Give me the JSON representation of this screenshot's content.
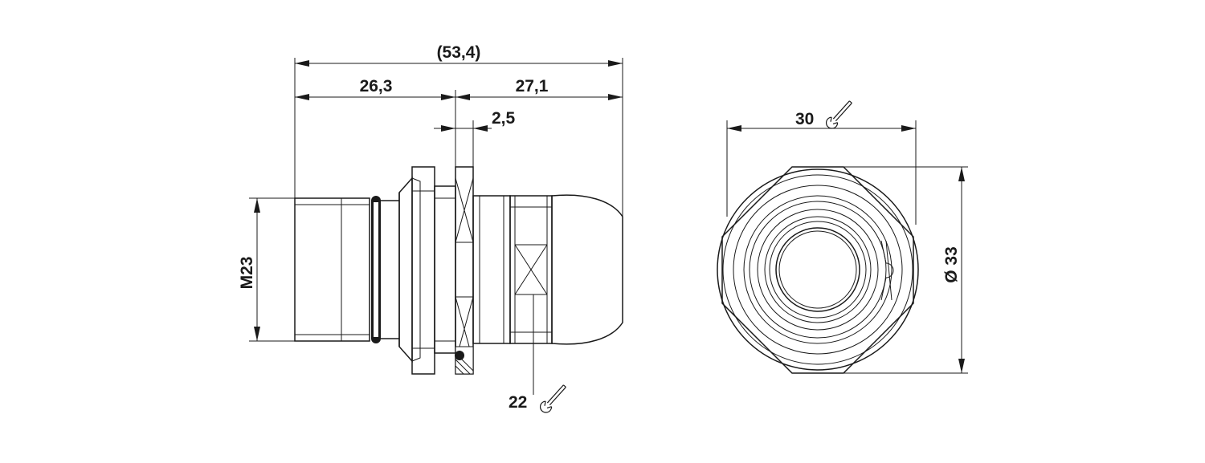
{
  "dimensions": {
    "overall_length": "(53,4)",
    "front_length": "26,3",
    "rear_length": "27,1",
    "flange_width": "2,5",
    "thread": "M23",
    "wrench_rear_nut": "22",
    "wrench_front_nut": "30",
    "outer_diameter": "Ø 33"
  }
}
